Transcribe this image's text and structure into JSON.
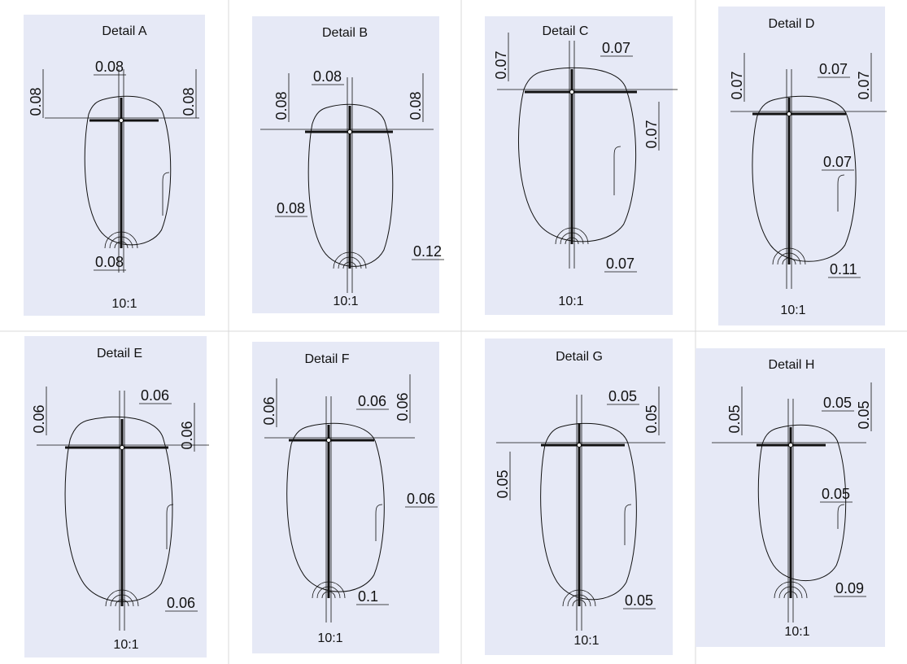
{
  "details": [
    {
      "title": "Detail A",
      "scale": "10:1",
      "labels": [
        "0.08",
        "0.08",
        "0.08",
        "0.08"
      ]
    },
    {
      "title": "Detail B",
      "scale": "10:1",
      "labels": [
        "0.08",
        "0.08",
        "0.08",
        "0.08",
        "0.12"
      ]
    },
    {
      "title": "Detail C",
      "scale": "10:1",
      "labels": [
        "0.07",
        "0.07",
        "0.07",
        "0.07"
      ]
    },
    {
      "title": "Detail D",
      "scale": "10:1",
      "labels": [
        "0.07",
        "0.07",
        "0.07",
        "0.07",
        "0.11"
      ]
    },
    {
      "title": "Detail E",
      "scale": "10:1",
      "labels": [
        "0.06",
        "0.06",
        "0.06",
        "0.06"
      ]
    },
    {
      "title": "Detail F",
      "scale": "10:1",
      "labels": [
        "0.06",
        "0.06",
        "0.06",
        "0.06",
        "0.1"
      ]
    },
    {
      "title": "Detail G",
      "scale": "10:1",
      "labels": [
        "0.05",
        "0.05",
        "0.05",
        "0.05"
      ]
    },
    {
      "title": "Detail H",
      "scale": "10:1",
      "labels": [
        "0.05",
        "0.05",
        "0.05",
        "0.05",
        "0.09"
      ]
    }
  ]
}
